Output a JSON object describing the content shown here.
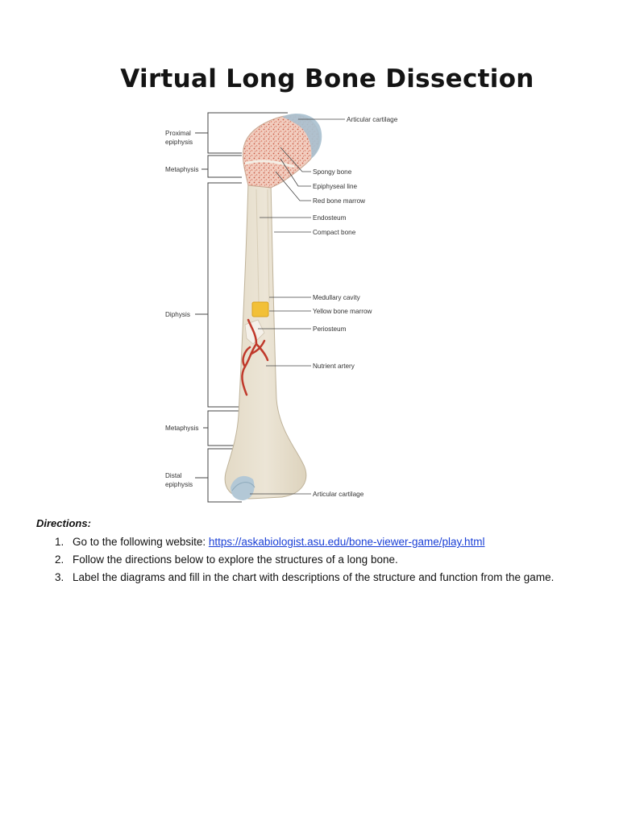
{
  "title": "Virtual Long Bone Dissection",
  "figure": {
    "left_labels": {
      "proximal_epiphysis_1": "Proximal",
      "proximal_epiphysis_2": "epiphysis",
      "metaphysis_top": "Metaphysis",
      "diphysis": "Diphysis",
      "metaphysis_bottom": "Metaphysis",
      "distal_epiphysis_1": "Distal",
      "distal_epiphysis_2": "epiphysis"
    },
    "right_labels": {
      "articular_cartilage_top": "Articular cartilage",
      "spongy_bone": "Spongy bone",
      "epiphyseal_line": "Epiphyseal line",
      "red_bone_marrow": "Red bone marrow",
      "endosteum": "Endosteum",
      "compact_bone": "Compact bone",
      "medullary_cavity": "Medullary cavity",
      "yellow_bone_marrow": "Yellow bone marrow",
      "periosteum": "Periosteum",
      "nutrient_artery": "Nutrient artery",
      "articular_cartilage_bottom": "Articular cartilage"
    }
  },
  "directions": {
    "heading": "Directions:",
    "steps": [
      {
        "num": "1.",
        "text": "Go to the following website: ",
        "link": "https://askabiologist.asu.edu/bone-viewer-game/play.html"
      },
      {
        "num": "2.",
        "text": "Follow the directions below to explore the structures of a long bone."
      },
      {
        "num": "3.",
        "text": "Label the diagrams and fill in the chart with descriptions of the structure and function from the game."
      }
    ]
  }
}
